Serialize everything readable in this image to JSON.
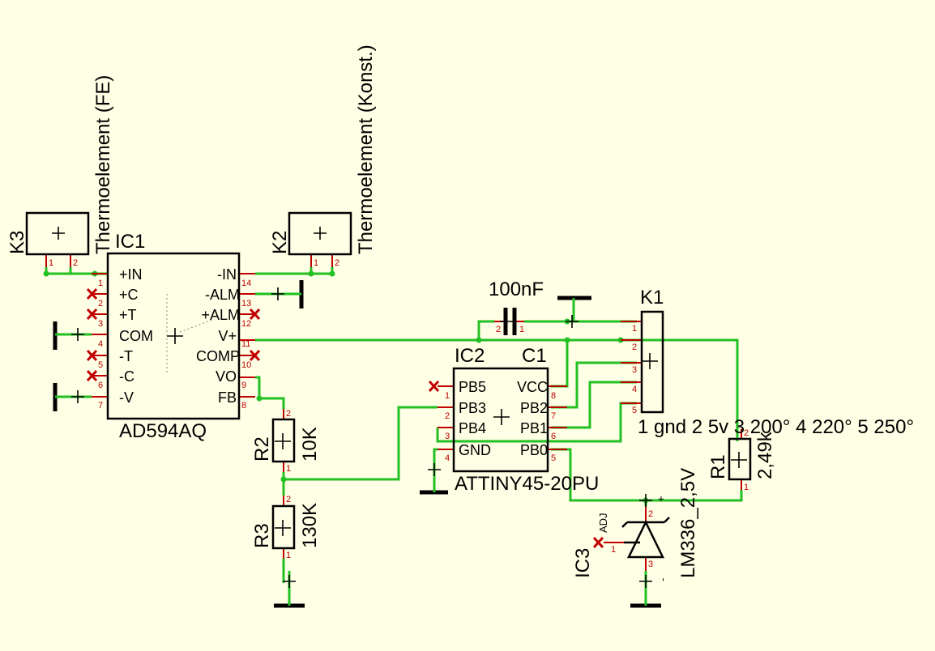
{
  "diagram": {
    "colors": {
      "background": "#ffffe6",
      "net": "#22c022",
      "pin": "#c00000",
      "body": "#000000"
    },
    "components": {
      "k3": {
        "name": "K3",
        "value": "Thermoelement (FE)",
        "pins": [
          "1",
          "2"
        ]
      },
      "k2": {
        "name": "K2",
        "value": "Thermoelement (Konst.)",
        "pins": [
          "1",
          "2"
        ]
      },
      "ic1": {
        "name": "IC1",
        "value": "AD594AQ",
        "left_pins": [
          {
            "num": "1",
            "name": "+IN"
          },
          {
            "num": "2",
            "name": "+C"
          },
          {
            "num": "3",
            "name": "+T"
          },
          {
            "num": "4",
            "name": "COM"
          },
          {
            "num": "5",
            "name": "-T"
          },
          {
            "num": "6",
            "name": "-C"
          },
          {
            "num": "7",
            "name": "-V"
          }
        ],
        "right_pins": [
          {
            "num": "14",
            "name": "-IN"
          },
          {
            "num": "13",
            "name": "-ALM"
          },
          {
            "num": "12",
            "name": "+ALM"
          },
          {
            "num": "11",
            "name": "V+"
          },
          {
            "num": "10",
            "name": "COMP"
          },
          {
            "num": "9",
            "name": "VO"
          },
          {
            "num": "8",
            "name": "FB"
          }
        ]
      },
      "ic2": {
        "name": "IC2",
        "value": "ATTINY45-20PU",
        "left_pins": [
          {
            "num": "1",
            "name": "PB5"
          },
          {
            "num": "2",
            "name": "PB3"
          },
          {
            "num": "3",
            "name": "PB4"
          },
          {
            "num": "4",
            "name": "GND"
          }
        ],
        "right_pins": [
          {
            "num": "8",
            "name": "VCC"
          },
          {
            "num": "7",
            "name": "PB2"
          },
          {
            "num": "6",
            "name": "PB1"
          },
          {
            "num": "5",
            "name": "PB0"
          }
        ]
      },
      "c1": {
        "name": "C1",
        "value": "100nF",
        "pins": [
          "2",
          "1"
        ]
      },
      "k1": {
        "name": "K1",
        "value": "1 gnd 2 5v 3 200° 4 220° 5 250°",
        "pins": [
          "1",
          "2",
          "3",
          "4",
          "5"
        ]
      },
      "r1": {
        "name": "R1",
        "value": "2,49k",
        "pins": [
          "2",
          "1"
        ]
      },
      "r2": {
        "name": "R2",
        "value": "10K",
        "pins": [
          "2",
          "1"
        ]
      },
      "r3": {
        "name": "R3",
        "value": "130K",
        "pins": [
          "2",
          "1"
        ]
      },
      "ic3": {
        "name": "IC3",
        "value": "LM336_2,5V",
        "pin_labels": [
          "ADJ",
          "+",
          "-"
        ],
        "pins": [
          "1",
          "2",
          "3"
        ]
      }
    }
  }
}
